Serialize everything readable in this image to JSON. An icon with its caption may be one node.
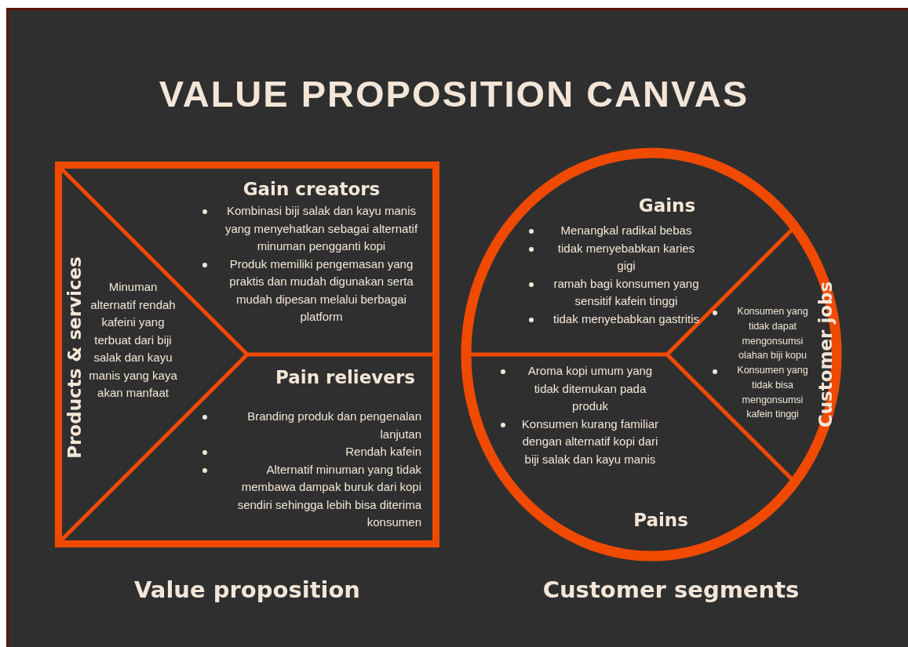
{
  "diagram": {
    "title": "VALUE PROPOSITION CANVAS",
    "nodes": [
      {
        "text": [],
        "shape": "box",
        "beside": [
          "Value proposition"
        ]
      },
      {
        "text": [
          "Products & services",
          "Minuman alternatif rendah kafeini yang terbuat dari biji salak dan kayu manis yang kaya akan manfaat"
        ],
        "in": 0
      },
      {
        "text": [
          "Gain creators",
          "Kombinasi biji salak dan kayu manis yang menyehatkan sebagai alternatif minuman pengganti kopi",
          "Produk memiliki pengemasan yang praktis dan mudah digunakan serta mudah dipesan melalui berbagai platform"
        ],
        "in": 0
      },
      {
        "text": [
          "Pain relievers",
          "Branding produk dan pengenalan lanjutan",
          "Rendah kafein",
          "Alternatif minuman yang tidak membawa dampak buruk dari kopi sendiri sehingga lebih bisa diterima konsumen"
        ],
        "in": 0
      },
      {
        "text": [],
        "shape": "circle",
        "beside": [
          "Customer segments"
        ]
      },
      {
        "text": [
          "Gains",
          "Menangkal radikal bebas",
          "tidak menyebabkan karies gigi",
          "ramah bagi konsumen yang sensitif kafein tinggi",
          "tidak menyebabkan gastritis"
        ],
        "in": 4
      },
      {
        "text": [
          "Aroma kopi umum yang tidak ditemukan pada produk",
          "Konsumen kurang familiar dengan alternatif kopi dari biji salak dan kayu manis",
          "Pains"
        ],
        "in": 4
      },
      {
        "text": [
          "Customer jobs",
          "Konsumen yang tidak dapat mengonsumsi olahan biji kopu",
          "Konsumen yang tidak bisa mengonsumsi kafein tinggi"
        ],
        "in": 4
      }
    ],
    "edges": []
  }
}
